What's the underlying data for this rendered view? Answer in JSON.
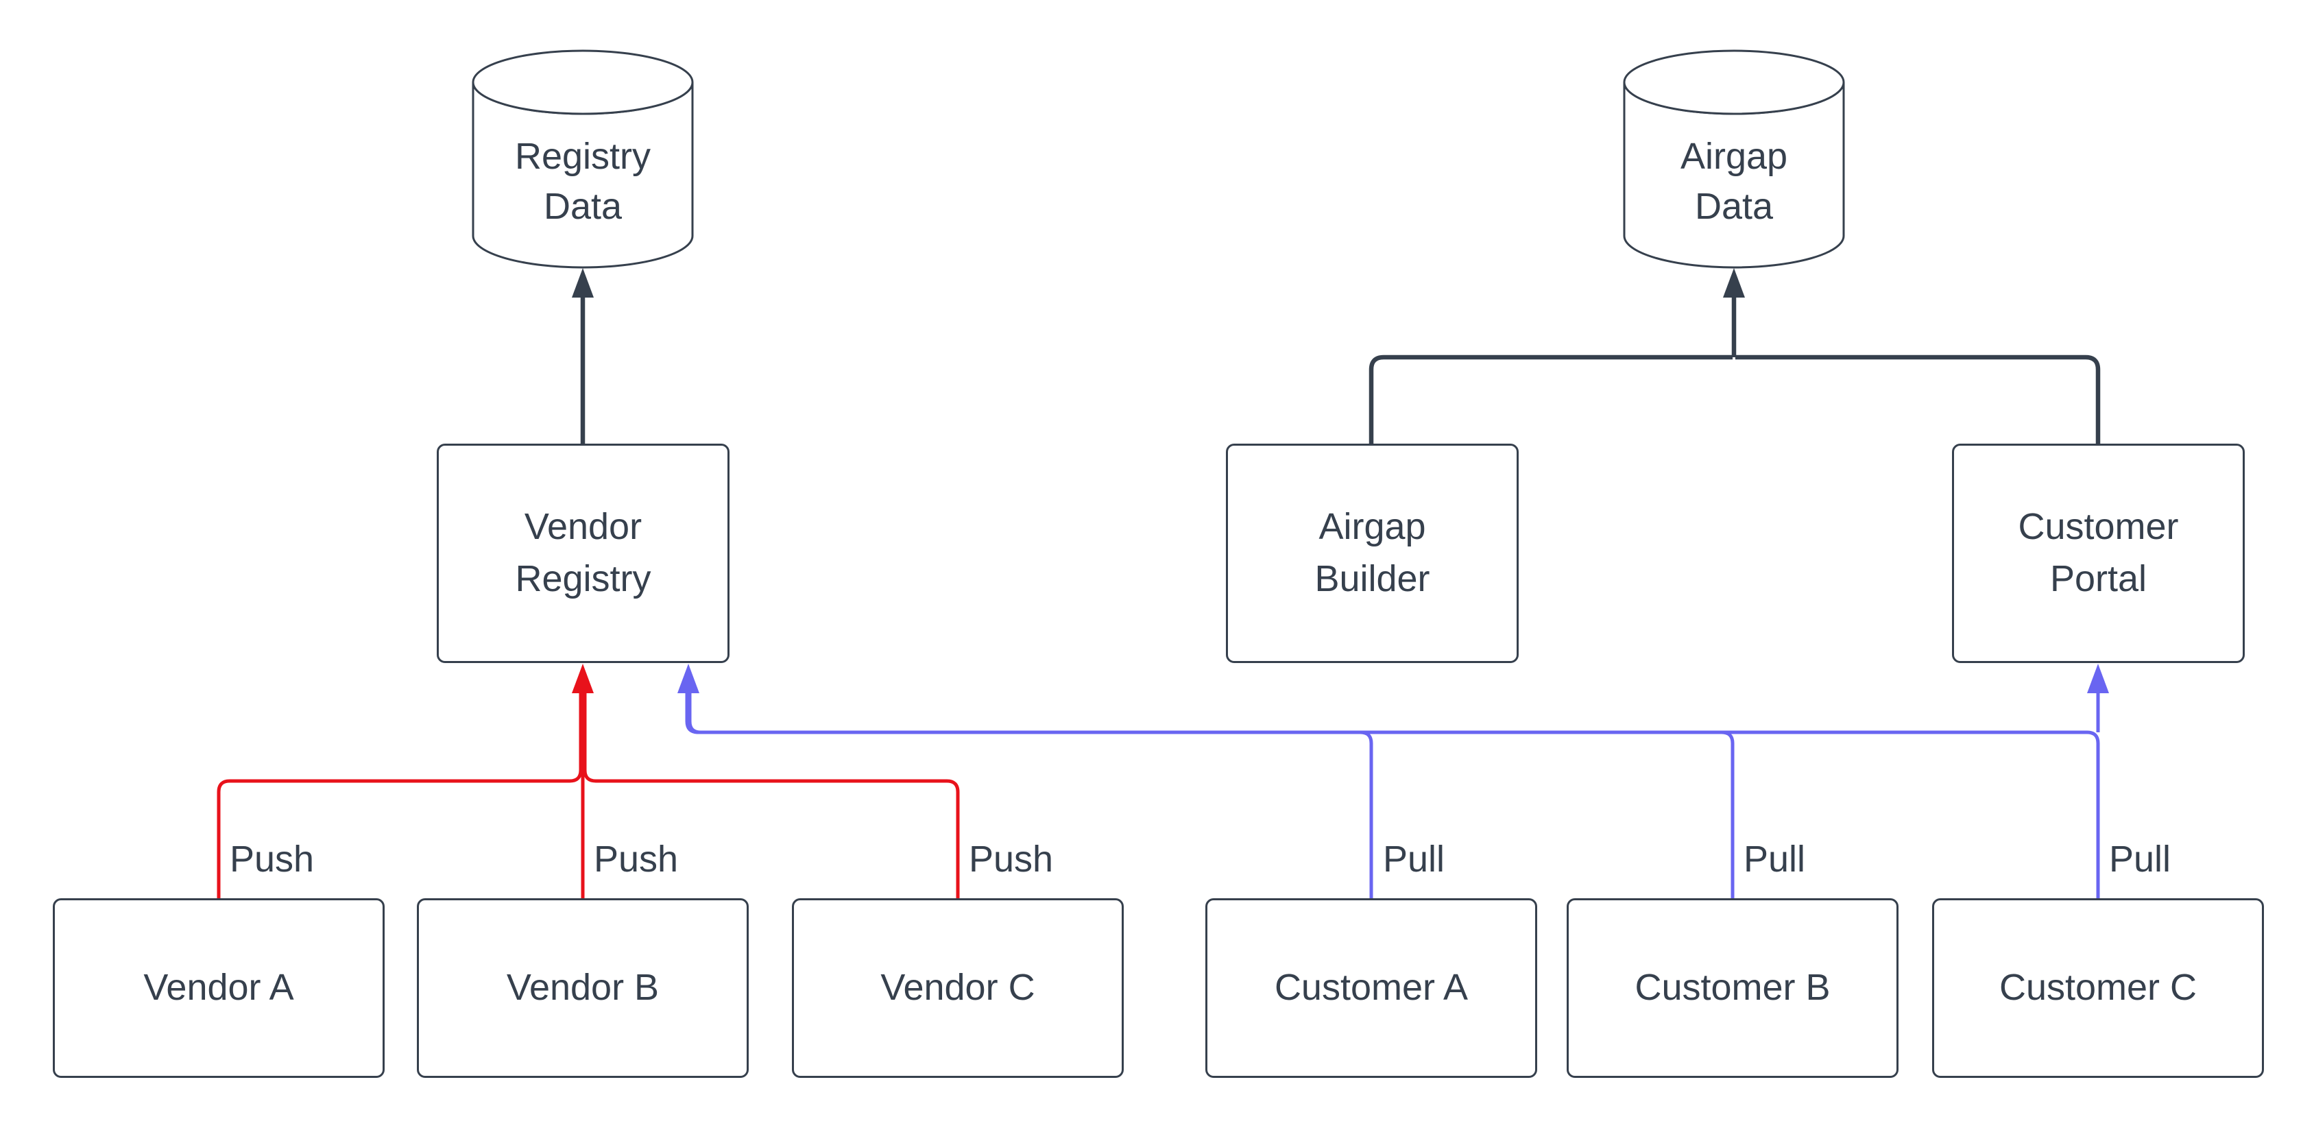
{
  "diagram": {
    "type": "flowchart",
    "colors": {
      "background": "#FFFFFF",
      "edge_dark": "#36404D",
      "edge_push": "#E8121B",
      "edge_pull": "#6965F1",
      "node_border": "#36404D",
      "node_fill": "#FFFFFF",
      "text": "#36404D"
    },
    "nodes": {
      "registry_data": {
        "label": "Registry Data",
        "shape": "cylinder"
      },
      "airgap_data": {
        "label": "Airgap Data",
        "shape": "cylinder"
      },
      "vendor_registry": {
        "label": "Vendor Registry",
        "shape": "rect"
      },
      "airgap_builder": {
        "label": "Airgap Builder",
        "shape": "rect"
      },
      "customer_portal": {
        "label": "Customer Portal",
        "shape": "rect"
      },
      "vendor_a": {
        "label": "Vendor A",
        "shape": "rect"
      },
      "vendor_b": {
        "label": "Vendor B",
        "shape": "rect"
      },
      "vendor_c": {
        "label": "Vendor C",
        "shape": "rect"
      },
      "customer_a": {
        "label": "Customer A",
        "shape": "rect"
      },
      "customer_b": {
        "label": "Customer B",
        "shape": "rect"
      },
      "customer_c": {
        "label": "Customer C",
        "shape": "rect"
      }
    },
    "edges": [
      {
        "from": "vendor_registry",
        "to": "registry_data",
        "label": "",
        "color": "dark"
      },
      {
        "from": "airgap_builder",
        "to": "airgap_data",
        "label": "",
        "color": "dark"
      },
      {
        "from": "customer_portal",
        "to": "airgap_data",
        "label": "",
        "color": "dark"
      },
      {
        "from": "vendor_a",
        "to": "vendor_registry",
        "label": "Push",
        "color": "push"
      },
      {
        "from": "vendor_b",
        "to": "vendor_registry",
        "label": "Push",
        "color": "push"
      },
      {
        "from": "vendor_c",
        "to": "vendor_registry",
        "label": "Push",
        "color": "push"
      },
      {
        "from": "customer_a",
        "to": "vendor_registry",
        "label": "Pull",
        "color": "pull"
      },
      {
        "from": "customer_b",
        "to": "vendor_registry",
        "label": "Pull",
        "color": "pull"
      },
      {
        "from": "customer_c",
        "to": "customer_portal",
        "label": "Pull",
        "color": "pull"
      }
    ]
  }
}
